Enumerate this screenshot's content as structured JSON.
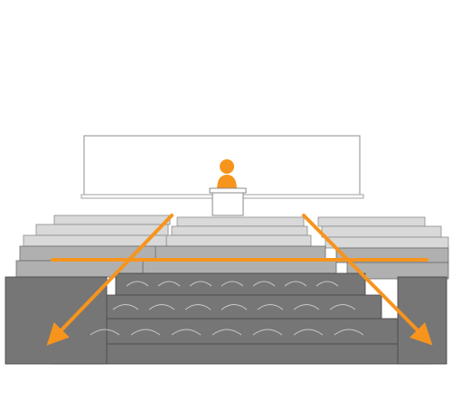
{
  "colors": {
    "background": "#ffffff",
    "accent": "#f7941d",
    "board_fill": "#ffffff",
    "board_stroke": "#9a9a9a",
    "seat_far": "#d9d9d9",
    "seat_mid": "#a3a3a3",
    "seat_near": "#6f6f6f",
    "seat_stroke": "#555555"
  },
  "icons": {
    "speaker": "person-icon",
    "arrows": "arrow-icon"
  },
  "regions": {
    "board": "whiteboard",
    "podium": "lecture-podium",
    "seating": "tiered-seating"
  }
}
